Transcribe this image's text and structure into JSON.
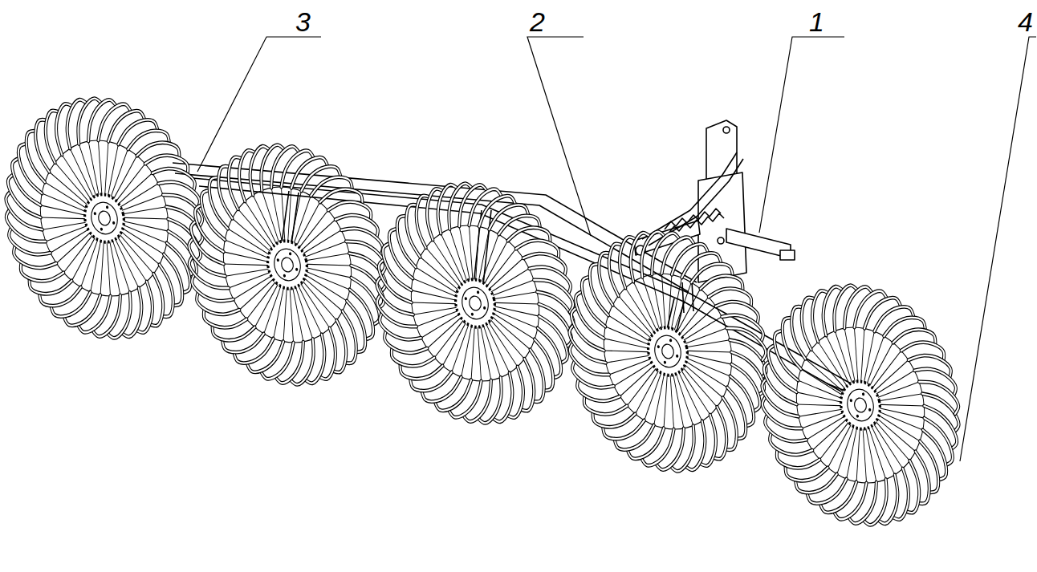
{
  "diagram": {
    "labels": [
      "3",
      "2",
      "1",
      "4"
    ]
  }
}
